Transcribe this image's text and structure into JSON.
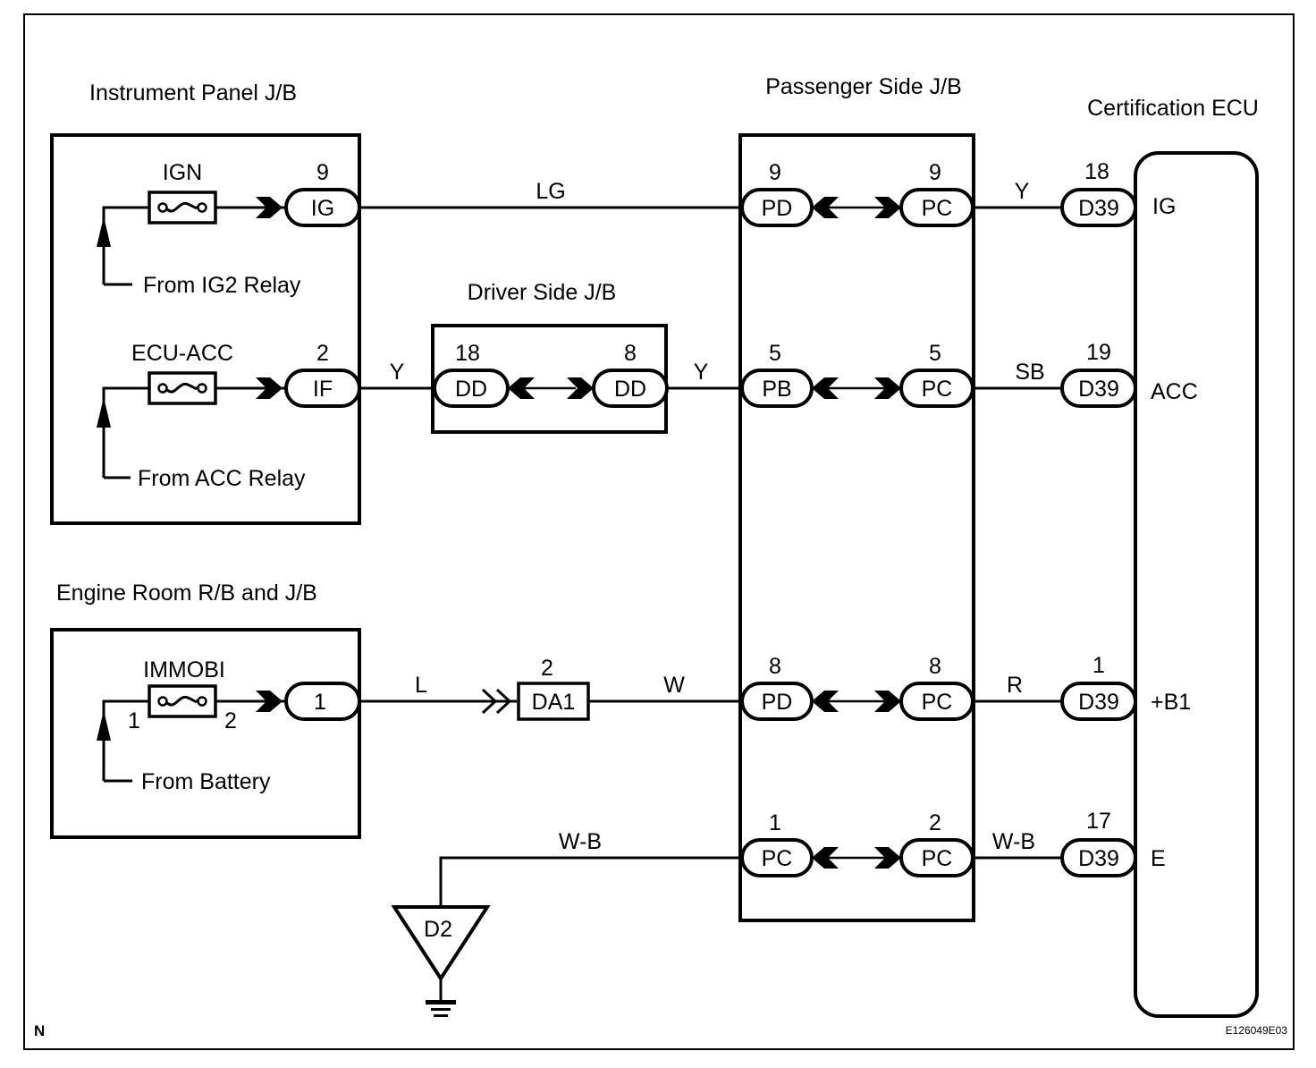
{
  "diagram": {
    "corner_mark": "N",
    "figure_id": "E126049E03",
    "blocks": {
      "instrument_panel": {
        "title": "Instrument Panel J/B"
      },
      "driver_side": {
        "title": "Driver Side J/B"
      },
      "passenger_side": {
        "title": "Passenger Side J/B"
      },
      "certification_ecu": {
        "title": "Certification ECU"
      },
      "engine_room": {
        "title": "Engine Room R/B and J/B"
      }
    },
    "fuses": {
      "ign": {
        "name": "IGN",
        "source": "From IG2 Relay"
      },
      "ecu_acc": {
        "name": "ECU-ACC",
        "source": "From ACC Relay"
      },
      "immobi": {
        "name": "IMMOBI",
        "source": "From Battery",
        "pin_in": "1",
        "pin_out": "2"
      }
    },
    "circuits": {
      "ig": {
        "jb_connector": {
          "pin": "9",
          "name": "IG"
        },
        "wire1": "LG",
        "ps_in": {
          "pin": "9",
          "name": "PD"
        },
        "ps_out": {
          "pin": "9",
          "name": "PC"
        },
        "wire2": "Y",
        "ecu": {
          "pin": "18",
          "name": "D39"
        },
        "terminal": "IG"
      },
      "acc": {
        "jb_connector": {
          "pin": "2",
          "name": "IF"
        },
        "wire1": "Y",
        "ds_in": {
          "pin": "18",
          "name": "DD"
        },
        "ds_out": {
          "pin": "8",
          "name": "DD"
        },
        "wire2": "Y",
        "ps_in": {
          "pin": "5",
          "name": "PB"
        },
        "ps_out": {
          "pin": "5",
          "name": "PC"
        },
        "wire3": "SB",
        "ecu": {
          "pin": "19",
          "name": "D39"
        },
        "terminal": "ACC"
      },
      "b1": {
        "jb_connector": {
          "pin": "",
          "name": "1"
        },
        "wire1": "L",
        "junction": {
          "pin": "2",
          "name": "DA1"
        },
        "wire2": "W",
        "ps_in": {
          "pin": "8",
          "name": "PD"
        },
        "ps_out": {
          "pin": "8",
          "name": "PC"
        },
        "wire3": "R",
        "ecu": {
          "pin": "1",
          "name": "D39"
        },
        "terminal": "+B1"
      },
      "e": {
        "ground": {
          "name": "D2"
        },
        "wire1": "W-B",
        "ps_in": {
          "pin": "1",
          "name": "PC"
        },
        "ps_out": {
          "pin": "2",
          "name": "PC"
        },
        "wire2": "W-B",
        "ecu": {
          "pin": "17",
          "name": "D39"
        },
        "terminal": "E"
      }
    }
  }
}
